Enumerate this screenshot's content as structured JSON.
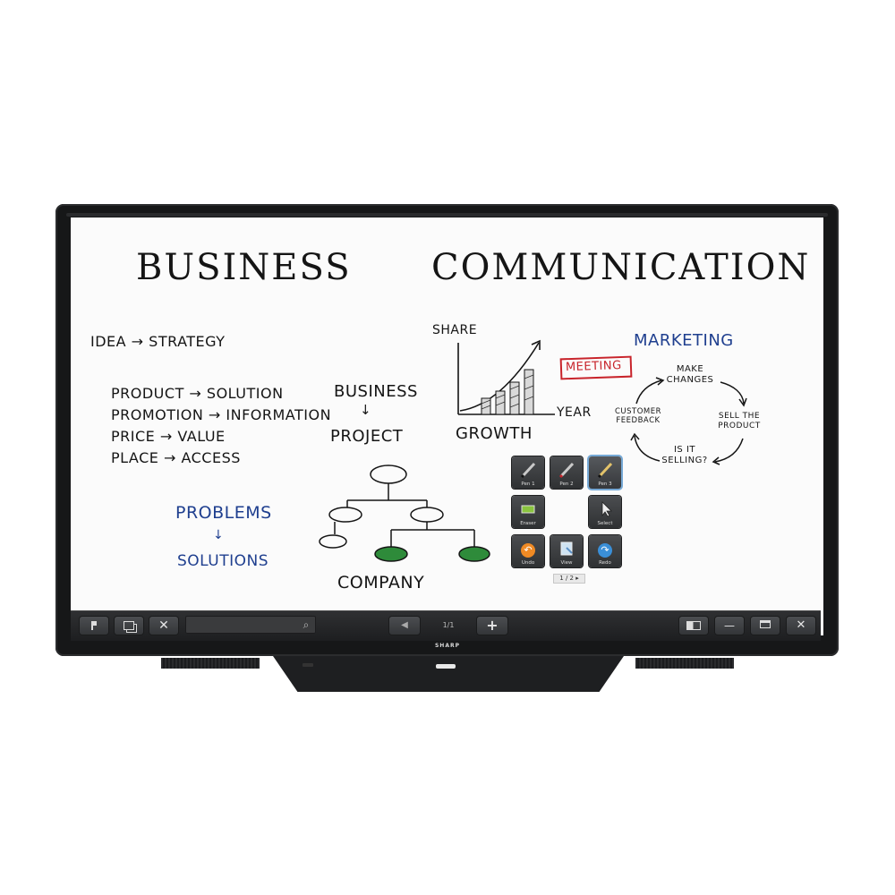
{
  "whiteboard": {
    "title_left": "BUSINESS",
    "title_right": "COMMUNICATION",
    "idea_line": "IDEA → STRATEGY",
    "mix_lines": [
      "PRODUCT → SOLUTION",
      "PROMOTION → INFORMATION",
      "PRICE → VALUE",
      "PLACE → ACCESS"
    ],
    "problems": "PROBLEMS",
    "solutions": "SOLUTIONS",
    "business_small": "BUSINESS",
    "project": "PROJECT",
    "company": "COMPANY",
    "share": "SHARE",
    "year": "YEAR",
    "growth": "GROWTH",
    "meeting": "MEETING",
    "marketing": "MARKETING",
    "cycle": {
      "top": "MAKE CHANGES",
      "right": "SELL THE PRODUCT",
      "bottom": "IS IT SELLING?",
      "left": "CUSTOMER FEEDBACK"
    }
  },
  "palette": {
    "tools": [
      {
        "label": "Pen 1",
        "icon": "pen-icon"
      },
      {
        "label": "Pen 2",
        "icon": "pen-icon"
      },
      {
        "label": "Pen 3",
        "icon": "pen-icon"
      },
      {
        "label": "Eraser",
        "icon": "eraser-icon"
      },
      {
        "label": "Select",
        "icon": "cursor-icon"
      },
      {
        "label": "Undo",
        "icon": "undo-icon"
      },
      {
        "label": "View",
        "icon": "view-icon"
      },
      {
        "label": "Redo",
        "icon": "redo-icon"
      }
    ],
    "page_indicator": "1 / 2 ▸"
  },
  "toolbar": {
    "pin_glyph": "📌",
    "search_placeholder": "",
    "page_count": "1/1",
    "prev_glyph": "◀",
    "add_glyph": "+",
    "minimize_glyph": "—",
    "close_glyph": "✕"
  },
  "brand": "SHARP",
  "colors": {
    "bezel": "#161718",
    "toolbar": "#262729",
    "ink_blue": "#1f3f8f",
    "meeting_red": "#c8242b",
    "org_green": "#2e8b3a",
    "active_tool": "#76a9d6"
  }
}
